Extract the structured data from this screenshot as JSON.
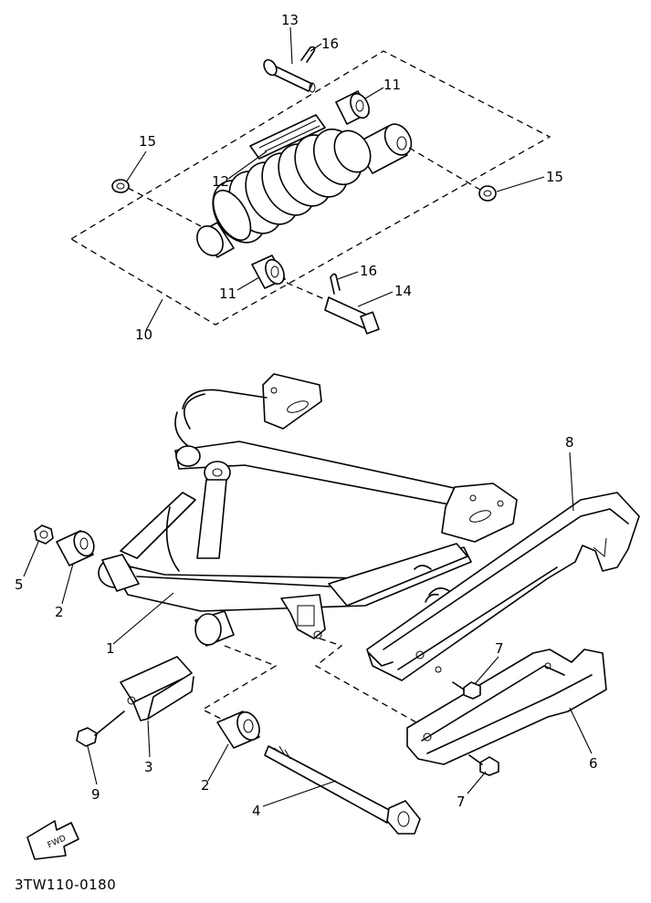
{
  "diagram": {
    "drawing_code": "3TW110-0180",
    "fwd_label": "FWD",
    "callouts": [
      {
        "id": "c13",
        "text": "13"
      },
      {
        "id": "c16a",
        "text": "16"
      },
      {
        "id": "c11a",
        "text": "11"
      },
      {
        "id": "c15a",
        "text": "15"
      },
      {
        "id": "c12",
        "text": "12"
      },
      {
        "id": "c15b",
        "text": "15"
      },
      {
        "id": "c16b",
        "text": "16"
      },
      {
        "id": "c11b",
        "text": "11"
      },
      {
        "id": "c14",
        "text": "14"
      },
      {
        "id": "c10",
        "text": "10"
      },
      {
        "id": "c8",
        "text": "8"
      },
      {
        "id": "c5",
        "text": "5"
      },
      {
        "id": "c2a",
        "text": "2"
      },
      {
        "id": "c1",
        "text": "1"
      },
      {
        "id": "c7a",
        "text": "7"
      },
      {
        "id": "c3",
        "text": "3"
      },
      {
        "id": "c9",
        "text": "9"
      },
      {
        "id": "c6",
        "text": "6"
      },
      {
        "id": "c2b",
        "text": "2"
      },
      {
        "id": "c7b",
        "text": "7"
      },
      {
        "id": "c4",
        "text": "4"
      }
    ]
  }
}
